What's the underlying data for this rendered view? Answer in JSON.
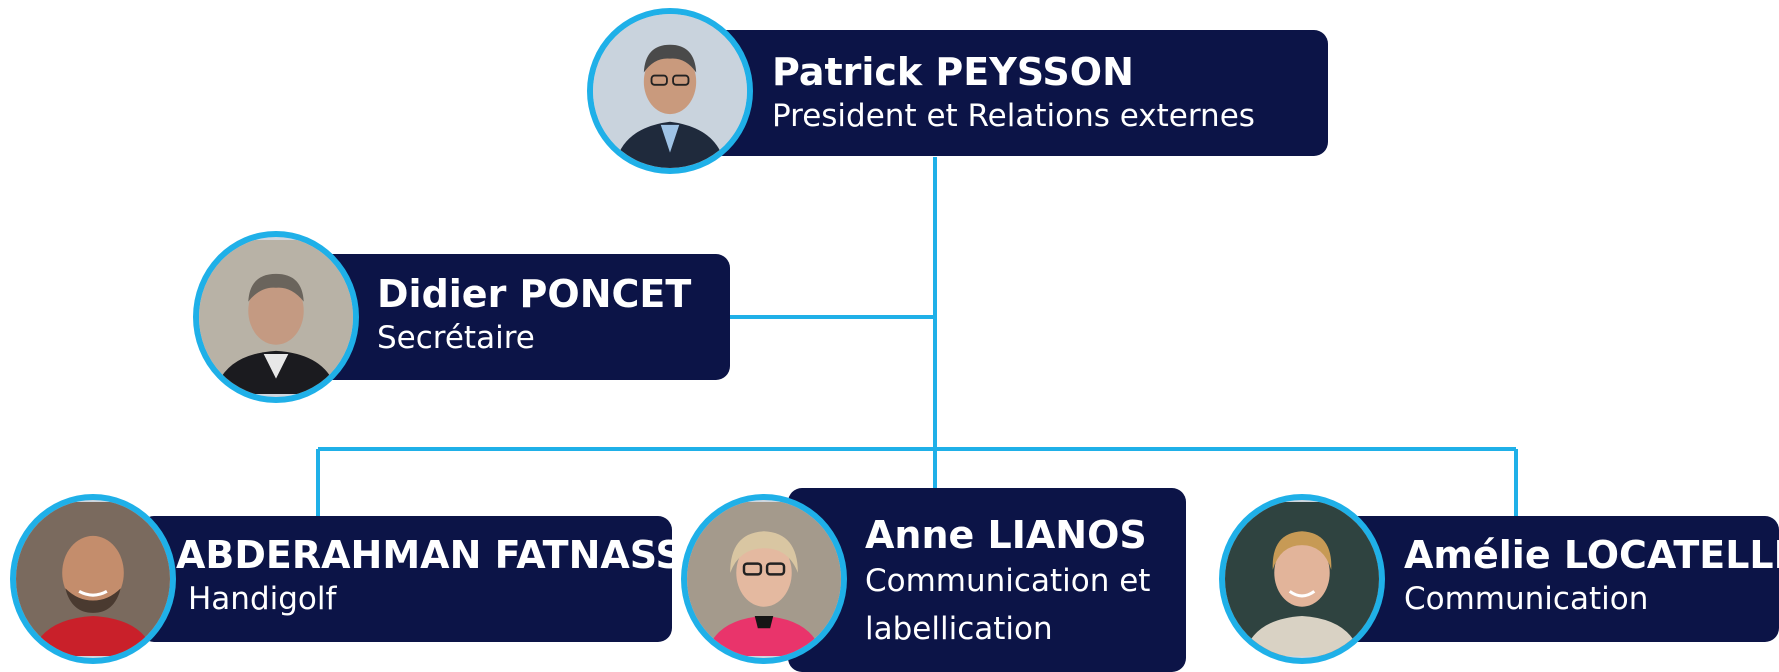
{
  "colors": {
    "card": "#0c1447",
    "connector": "#1fb0e8",
    "text": "#ffffff"
  },
  "people": [
    {
      "name": "Patrick PEYSSON",
      "role": "President et Relations externes",
      "photo_icon": "person-portrait-icon"
    },
    {
      "name": "Didier PONCET",
      "role": "Secrétaire",
      "photo_icon": "person-portrait-icon"
    },
    {
      "name": "ABDERAHMAN FATNASSI",
      "role": "Handigolf",
      "photo_icon": "person-portrait-icon"
    },
    {
      "name": "Anne LIANOS",
      "role_line1": "Communication et",
      "role_line2": "labellication",
      "photo_icon": "person-portrait-icon"
    },
    {
      "name": "Amélie LOCATELLI",
      "role": "Communication",
      "photo_icon": "person-portrait-icon"
    }
  ]
}
